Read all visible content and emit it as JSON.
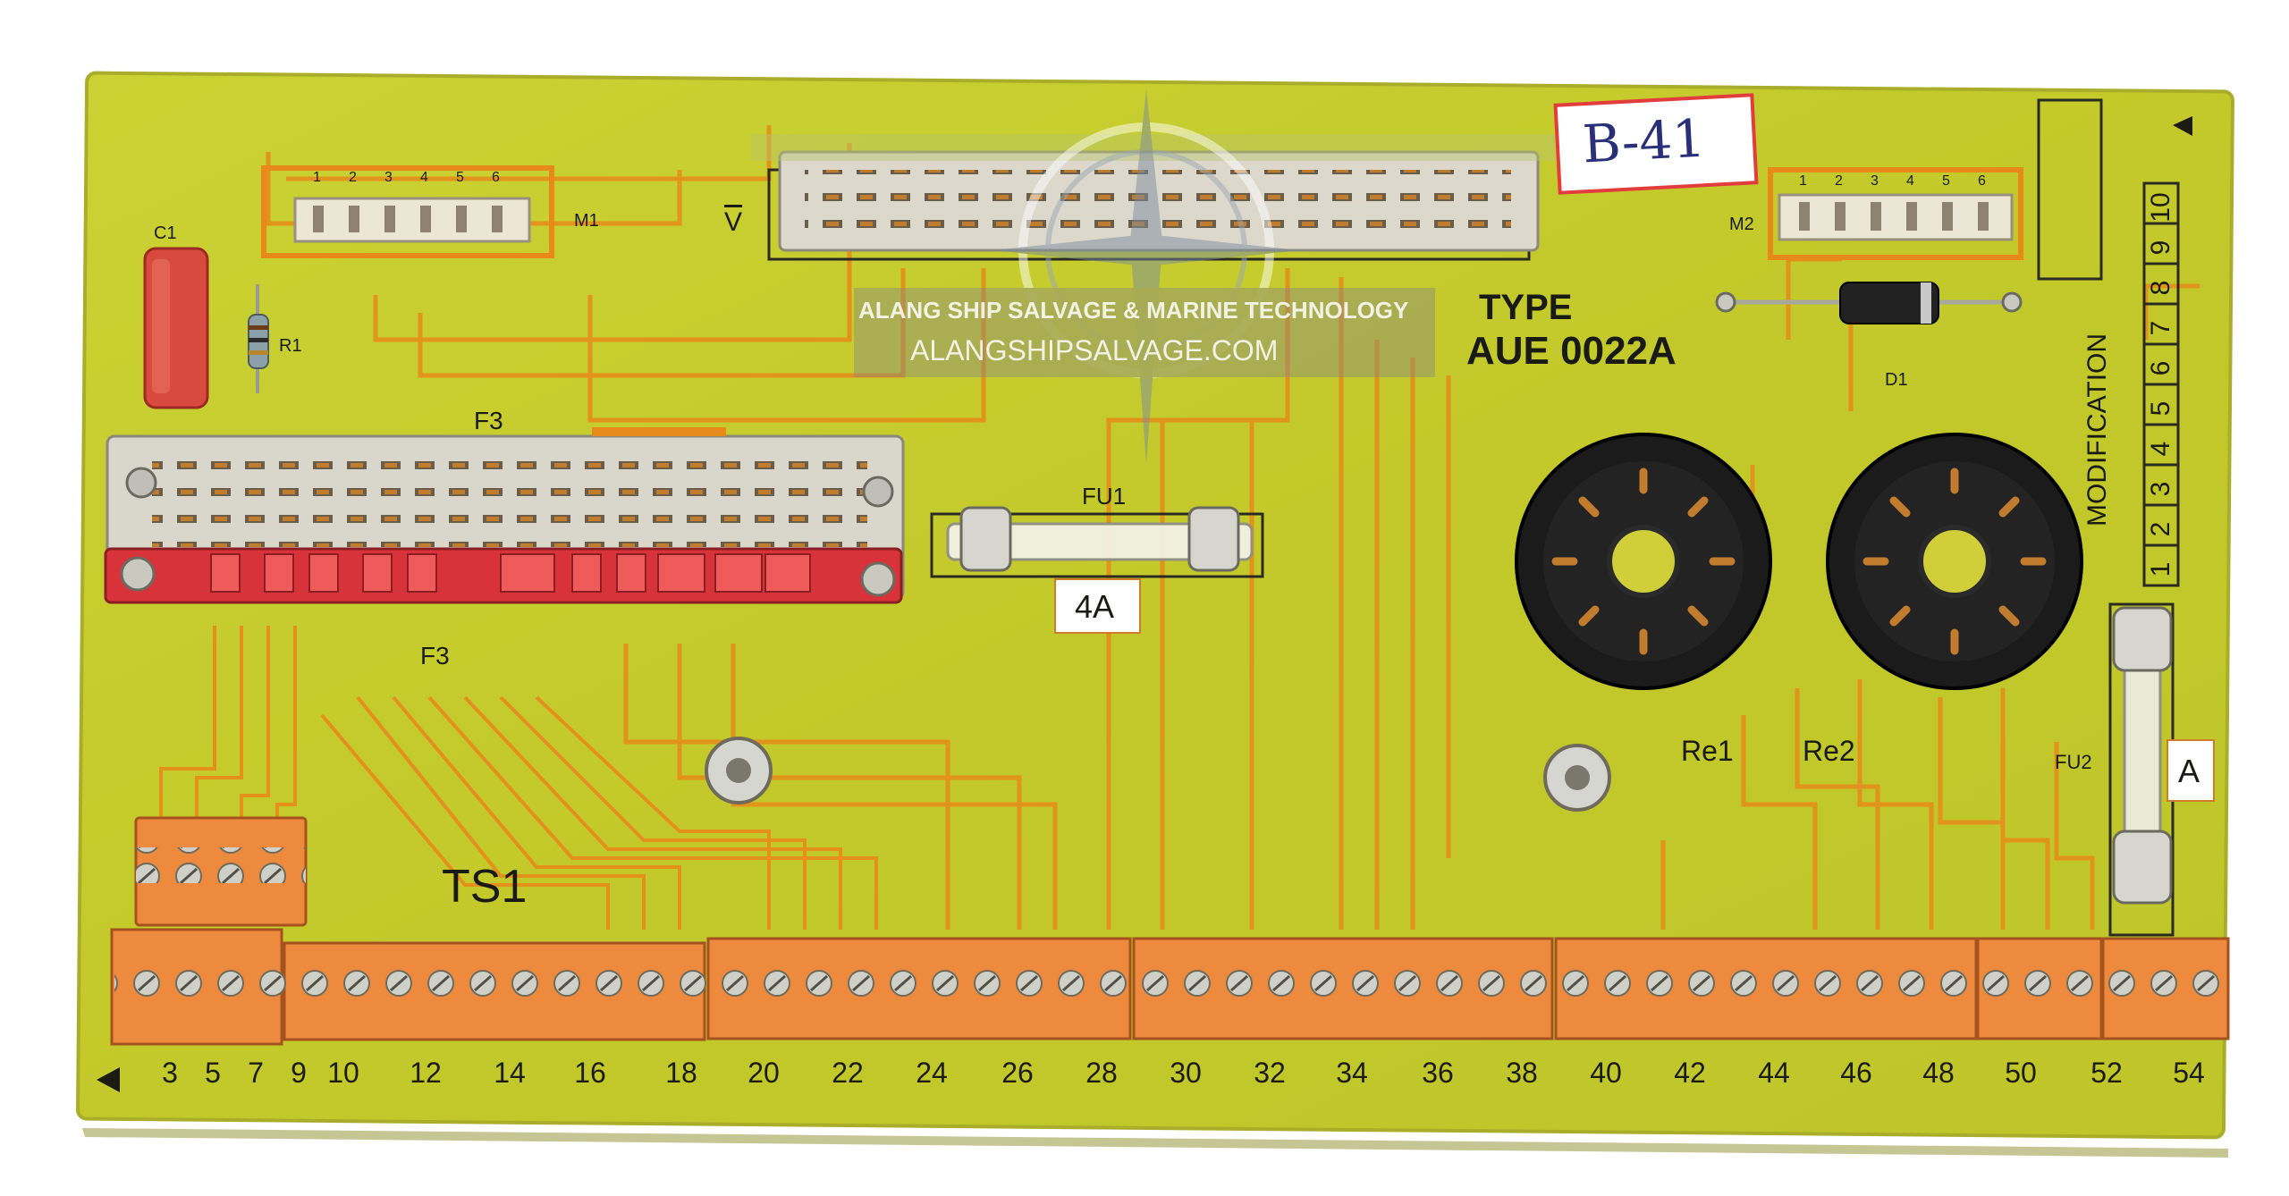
{
  "board": {
    "type_label": "TYPE",
    "model": "AUE 0022A",
    "sticker_label": "B-41",
    "terminal_strip_label": "TS1",
    "modification_label": "MODIFICATION",
    "modification_boxes": [
      "1",
      "2",
      "3",
      "4",
      "5",
      "6",
      "7",
      "8",
      "9",
      "10"
    ],
    "connector_m1_label": "M1",
    "connector_m2_label": "M2",
    "m1_pins": [
      "1",
      "2",
      "3",
      "4",
      "5",
      "6"
    ],
    "m2_pins": [
      "1",
      "2",
      "3",
      "4",
      "5",
      "6"
    ],
    "connector_f3_label": "F3",
    "connector_v_label": "V",
    "capacitor_label": "C1",
    "resistor_label": "R1",
    "diode_label": "D1",
    "fuse1_label": "FU1",
    "fuse1_rating": "4A",
    "fuse2_label": "FU2",
    "fuse2_rating": "A",
    "relay1_label": "Re1",
    "relay2_label": "Re2",
    "terminal_numbers": [
      "3",
      "5",
      "7",
      "9",
      "10",
      "12",
      "14",
      "16",
      "18",
      "20",
      "22",
      "24",
      "26",
      "28",
      "30",
      "32",
      "34",
      "36",
      "38",
      "40",
      "42",
      "44",
      "46",
      "48",
      "50",
      "52",
      "54"
    ]
  },
  "watermark": {
    "line1": "ALANG SHIP SALVAGE & MARINE TECHNOLOGY",
    "line2": "ALANGSHIPSALVAGE.COM"
  },
  "colors": {
    "pcb_green": "#c8cf2a",
    "copper_trace": "#e88a1a",
    "terminal_orange": "#f0843a",
    "connector_grey": "#dcd8cc",
    "relay_black": "#1a1a1a",
    "sticker_red": "#e23c3c"
  }
}
